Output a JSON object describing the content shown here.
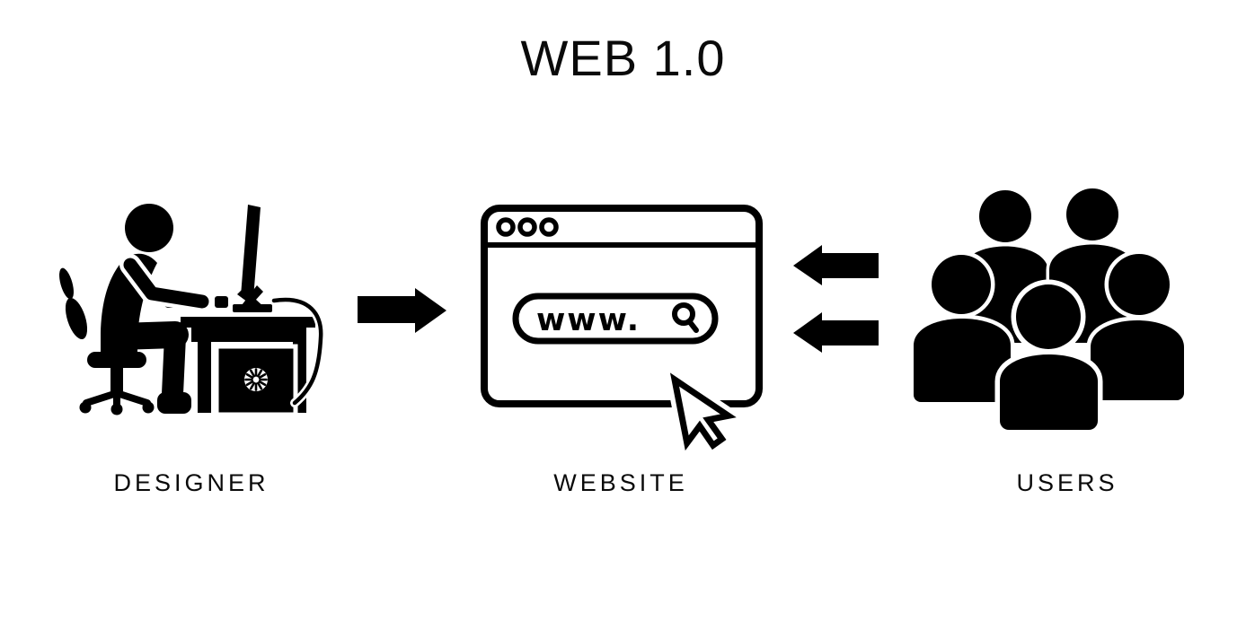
{
  "title": "WEB 1.0",
  "colors": {
    "ink": "#000000",
    "background": "#ffffff"
  },
  "nodes": [
    {
      "id": "designer",
      "label": "DESIGNER",
      "icon": "designer-at-computer-icon"
    },
    {
      "id": "website",
      "label": "WEBSITE",
      "icon": "browser-window-icon",
      "browser": {
        "address_text": "www.",
        "window_dot_count": 3,
        "search_icon": "magnifier",
        "cursor_icon": "arrow-pointer"
      }
    },
    {
      "id": "users",
      "label": "USERS",
      "icon": "user-group-icon",
      "person_count": 5
    }
  ],
  "arrows": [
    {
      "from": "designer",
      "to": "website",
      "direction": "right",
      "icon": "right-arrow-icon",
      "count": 1
    },
    {
      "from": "users",
      "to": "website",
      "direction": "left",
      "icon": "left-arrow-icon",
      "count": 2
    }
  ]
}
